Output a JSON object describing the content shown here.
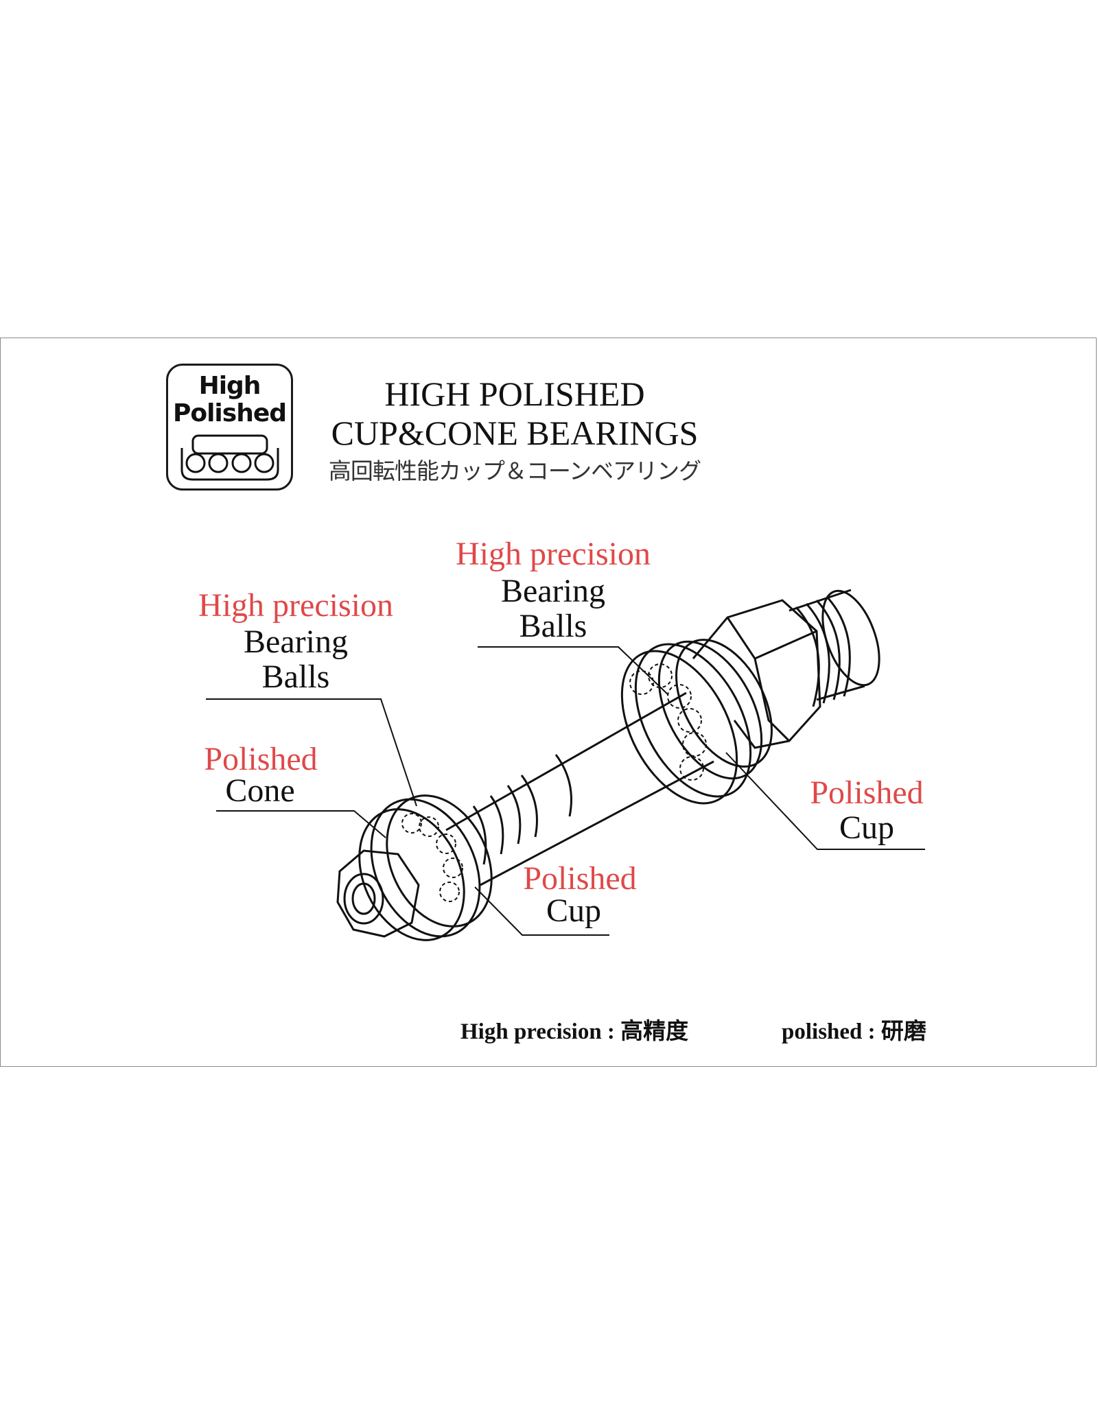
{
  "logo": {
    "line1": "High",
    "line2": "Polished"
  },
  "title": {
    "line1": "HIGH POLISHED",
    "line2": "CUP&CONE BEARINGS",
    "japanese": "高回転性能カップ＆コーンベアリング"
  },
  "labels": {
    "balls_left": {
      "accent": "High precision",
      "line2": "Bearing",
      "line3": "Balls"
    },
    "balls_top": {
      "accent": "High precision",
      "line2": "Bearing",
      "line3": "Balls"
    },
    "cone": {
      "accent": "Polished",
      "line2": "Cone"
    },
    "cup_right": {
      "accent": "Polished",
      "line2": "Cup"
    },
    "cup_bottom": {
      "accent": "Polished",
      "line2": "Cup"
    }
  },
  "legend": {
    "precision": "High precision : 高精度",
    "polished": "polished : 研磨"
  },
  "colors": {
    "accent": "#e04848",
    "text": "#111111",
    "border": "#8a8a8a"
  }
}
